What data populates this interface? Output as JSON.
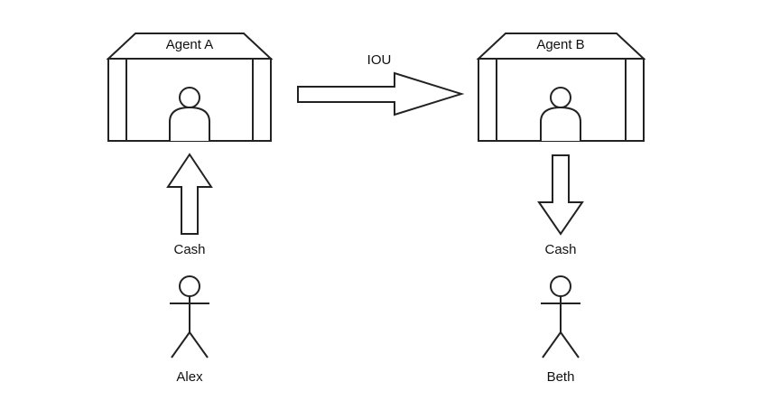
{
  "agents": [
    {
      "name": "Agent A"
    },
    {
      "name": "Agent B"
    }
  ],
  "flows": {
    "agent_to_agent": "IOU",
    "into_agent_a": "Cash",
    "out_of_agent_b": "Cash"
  },
  "people": [
    {
      "name": "Alex"
    },
    {
      "name": "Beth"
    }
  ]
}
